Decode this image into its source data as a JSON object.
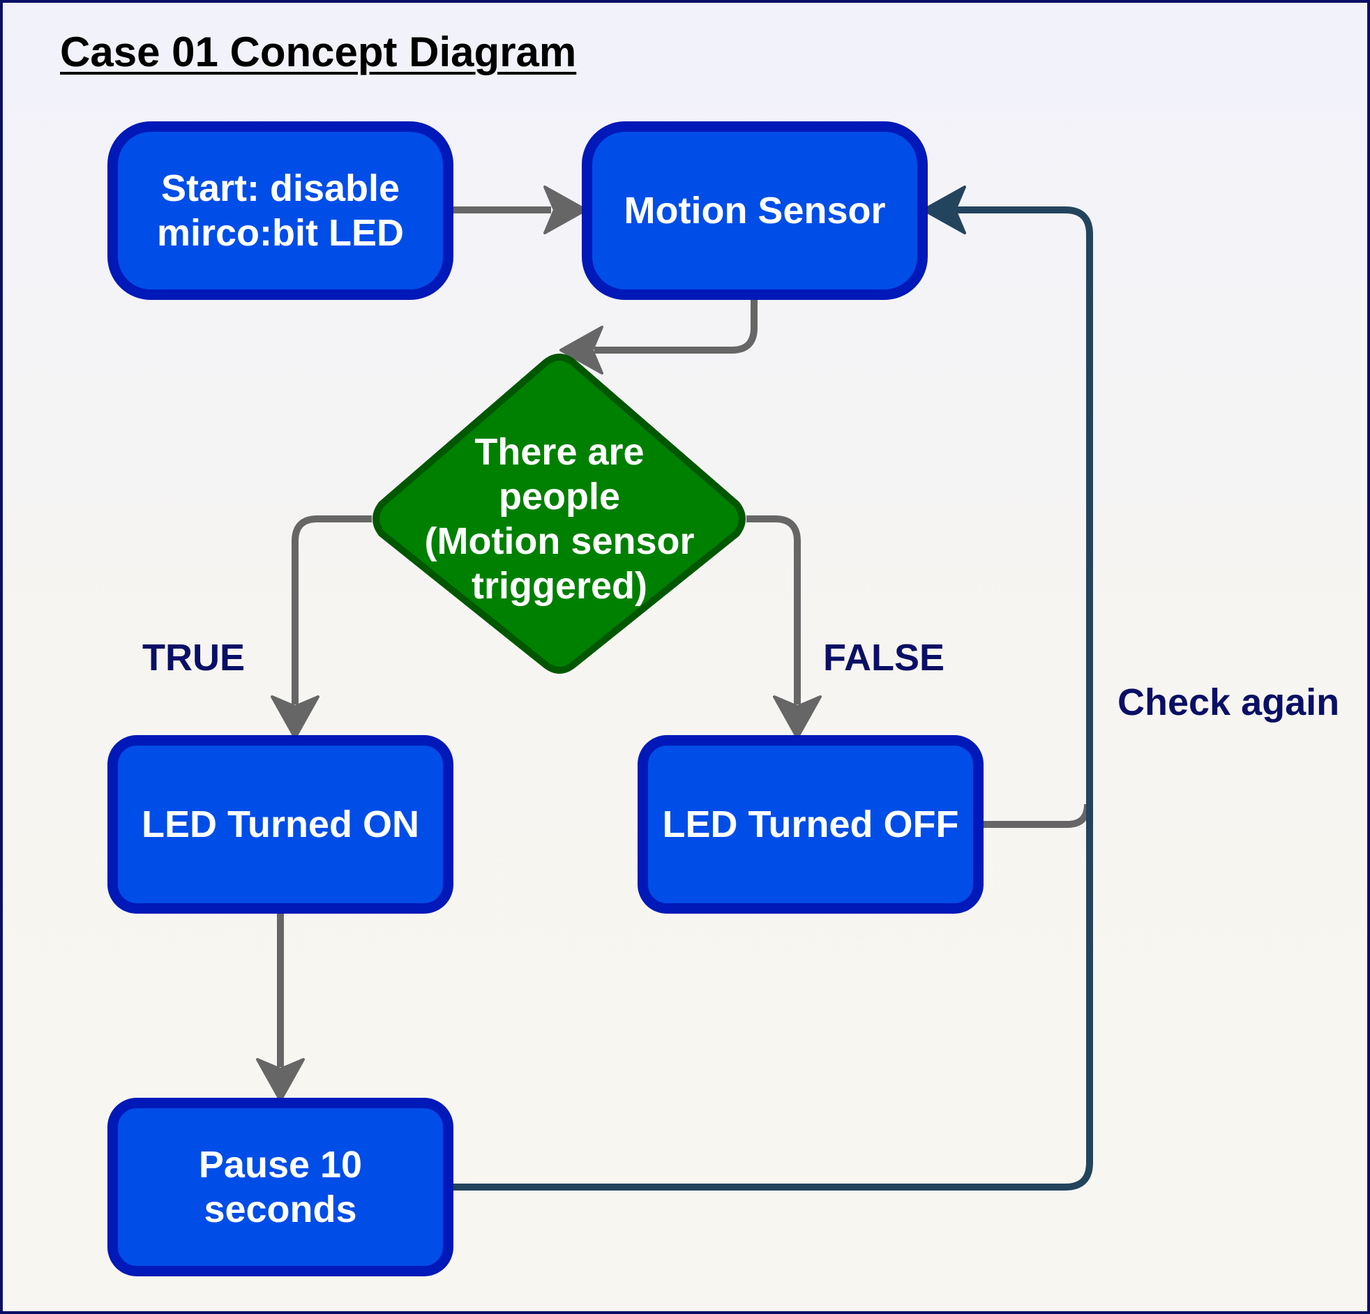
{
  "diagram": {
    "title": "Case 01 Concept Diagram",
    "nodes": {
      "start": "Start: disable\nmirco:bit LED",
      "motion_sensor": "Motion Sensor",
      "decision": "There are\npeople\n(Motion sensor\ntriggered)",
      "led_on": "LED Turned ON",
      "led_off": "LED Turned OFF",
      "pause": "Pause 10\nseconds"
    },
    "edge_labels": {
      "true": "TRUE",
      "false": "FALSE",
      "loop": "Check again"
    },
    "colors": {
      "node_fill": "#014de8",
      "node_border": "#0019b8",
      "decision_fill": "#008000",
      "decision_border": "#005700",
      "arrow_gray": "#666666",
      "arrow_loop": "#23445d",
      "label_text": "#0a0f66",
      "canvas": "#f8f6f0",
      "frame": "#0a0f66"
    }
  }
}
